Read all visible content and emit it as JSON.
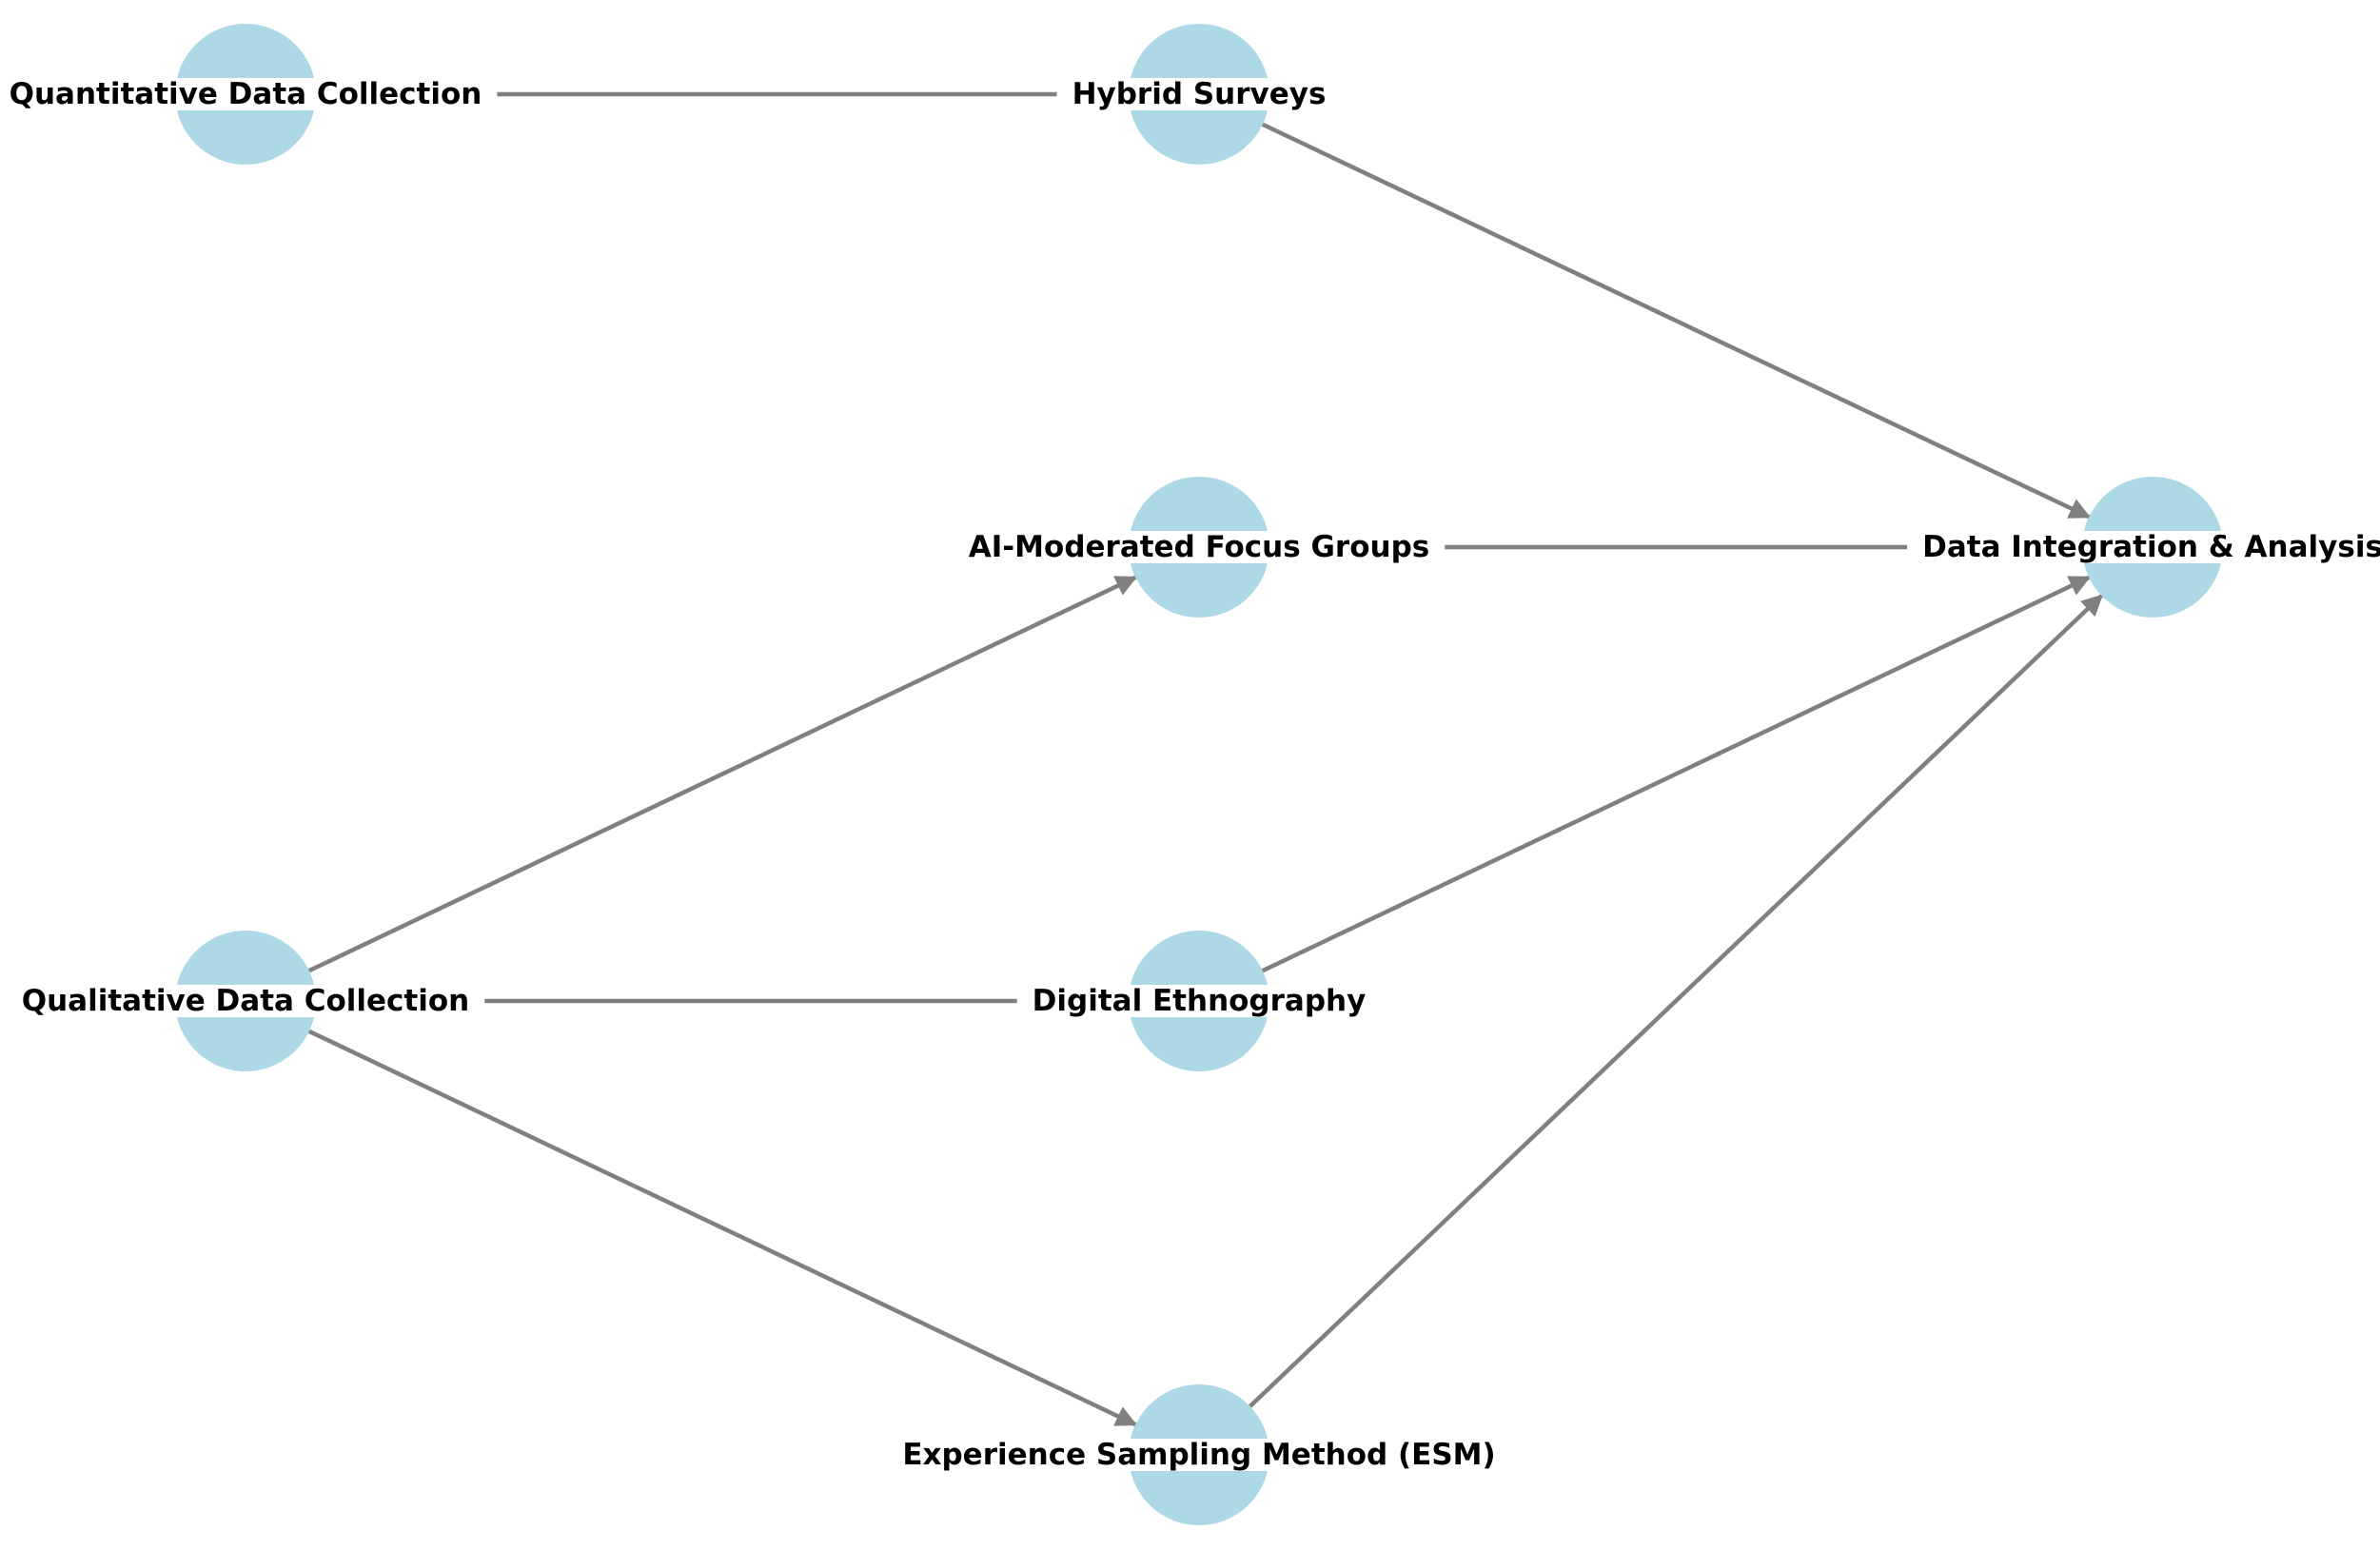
{
  "diagram": {
    "type": "directed-graph",
    "colors": {
      "node_fill": "#add8e6",
      "edge": "#808080",
      "label": "#000000",
      "background": "#ffffff"
    },
    "nodes": [
      {
        "id": "quant",
        "label": "Quantitative Data Collection"
      },
      {
        "id": "qual",
        "label": "Qualitative Data Collection"
      },
      {
        "id": "hybrid",
        "label": "Hybrid Surveys"
      },
      {
        "id": "ai",
        "label": "AI-Moderated Focus Groups"
      },
      {
        "id": "ethno",
        "label": "Digital Ethnography"
      },
      {
        "id": "esm",
        "label": "Experience Sampling Method (ESM)"
      },
      {
        "id": "integ",
        "label": "Data Integration & Analysis"
      }
    ],
    "edges": [
      {
        "from": "quant",
        "to": "hybrid",
        "arrow": false
      },
      {
        "from": "qual",
        "to": "ai",
        "arrow": true
      },
      {
        "from": "qual",
        "to": "ethno",
        "arrow": false
      },
      {
        "from": "qual",
        "to": "esm",
        "arrow": true
      },
      {
        "from": "hybrid",
        "to": "integ",
        "arrow": true
      },
      {
        "from": "ai",
        "to": "integ",
        "arrow": false
      },
      {
        "from": "ethno",
        "to": "integ",
        "arrow": true
      },
      {
        "from": "esm",
        "to": "integ",
        "arrow": true
      }
    ]
  }
}
